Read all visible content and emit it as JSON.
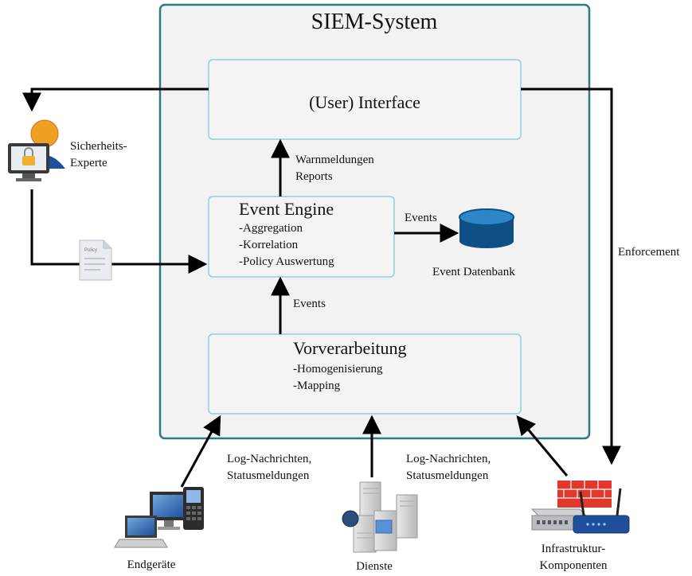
{
  "siem": {
    "title": "SIEM-System"
  },
  "interface": {
    "title": "(User) Interface"
  },
  "engine": {
    "title": "Event Engine",
    "items": [
      "-Aggregation",
      "-Korrelation",
      "-Policy Auswertung"
    ]
  },
  "preprocessing": {
    "title": "Vorverarbeitung",
    "items": [
      "-Homogenisierung",
      "-Mapping"
    ]
  },
  "arrows": {
    "warn": [
      "Warnmeldungen",
      "Reports"
    ],
    "events_right": "Events",
    "events_up": "Events",
    "log_left": [
      "Log-Nachrichten,",
      "Statusmeldungen"
    ],
    "log_right": [
      "Log-Nachrichten,",
      "Statusmeldungen"
    ],
    "enforcement": "Enforcement"
  },
  "database": {
    "label": "Event Datenbank"
  },
  "expert": {
    "label": [
      "Sicherheits-",
      "Experte"
    ]
  },
  "policy_doc": {
    "label": "Policy"
  },
  "sources": {
    "endgeraete": "Endgeräte",
    "dienste": "Dienste",
    "infrastruktur": [
      "Infrastruktur-",
      "Komponenten"
    ]
  },
  "colors": {
    "frame_border": "#2b7a8a",
    "box_border": "#8fd0e0",
    "panel_bg": "#f2f2f2",
    "db_blue": "#0f4f86",
    "firewall_red": "#e0392b"
  }
}
